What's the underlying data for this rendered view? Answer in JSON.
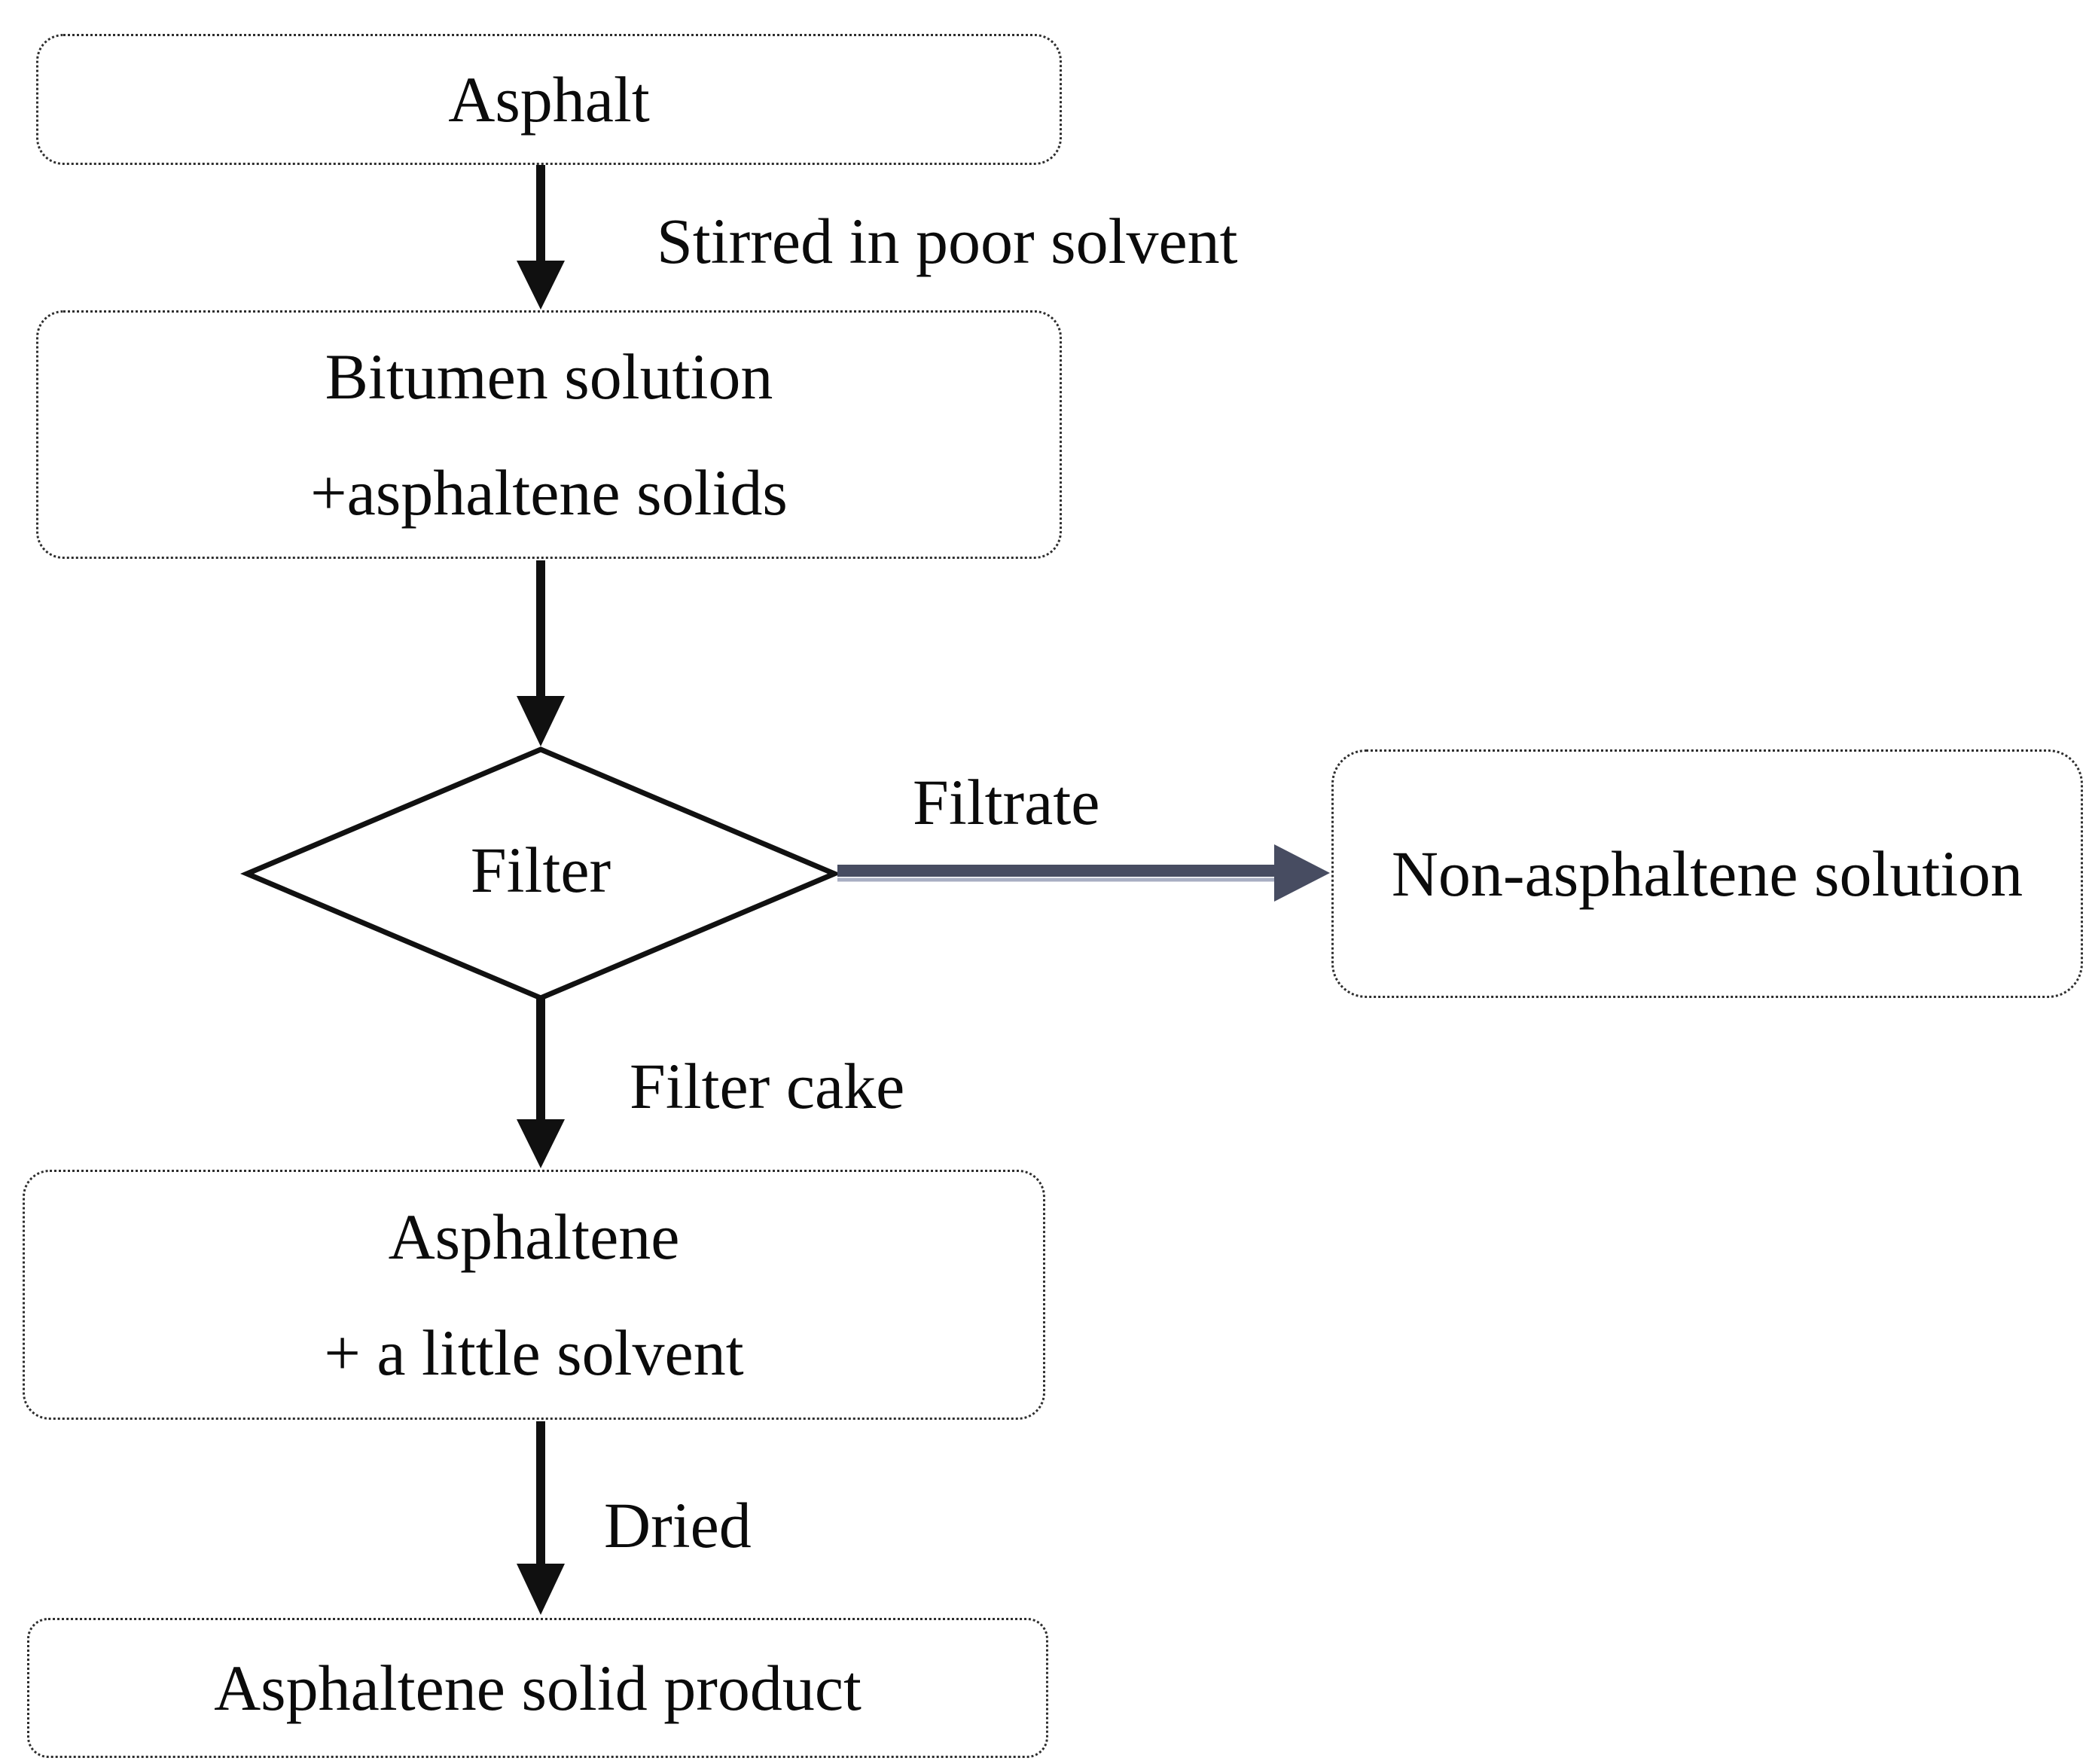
{
  "diagram": {
    "type": "flowchart",
    "background": "#ffffff",
    "nodes": {
      "asphalt": {
        "label": "Asphalt",
        "shape": "rounded-rect"
      },
      "bitumen": {
        "line1": "Bitumen solution",
        "line2": "+asphaltene solids",
        "shape": "rounded-rect"
      },
      "filter": {
        "label": "Filter",
        "shape": "diamond"
      },
      "non_asphaltene": {
        "label": "Non-asphaltene solution",
        "shape": "rounded-rect"
      },
      "asphaltene": {
        "line1": "Asphaltene",
        "line2": "+ a little solvent",
        "shape": "rounded-rect"
      },
      "product": {
        "label": "Asphaltene solid product",
        "shape": "rounded-rect"
      }
    },
    "edges": {
      "asphalt_to_bitumen": {
        "label": "Stirred in poor solvent",
        "direction": "down",
        "color": "#101010"
      },
      "bitumen_to_filter": {
        "label": "",
        "direction": "down",
        "color": "#101010"
      },
      "filter_to_nas": {
        "label": "Filtrate",
        "direction": "right",
        "color": "#474c61"
      },
      "filter_to_asphaltene": {
        "label": "Filter cake",
        "direction": "down",
        "color": "#101010"
      },
      "asphaltene_to_product": {
        "label": "Dried",
        "direction": "down",
        "color": "#101010"
      }
    },
    "colors": {
      "arrow_black": "#101010",
      "arrow_accent": "#474c61",
      "arrow_accent_highlight": "#a8aec2",
      "node_border": "#2e2e2e",
      "text": "#0b0b0b",
      "background": "#ffffff"
    }
  }
}
